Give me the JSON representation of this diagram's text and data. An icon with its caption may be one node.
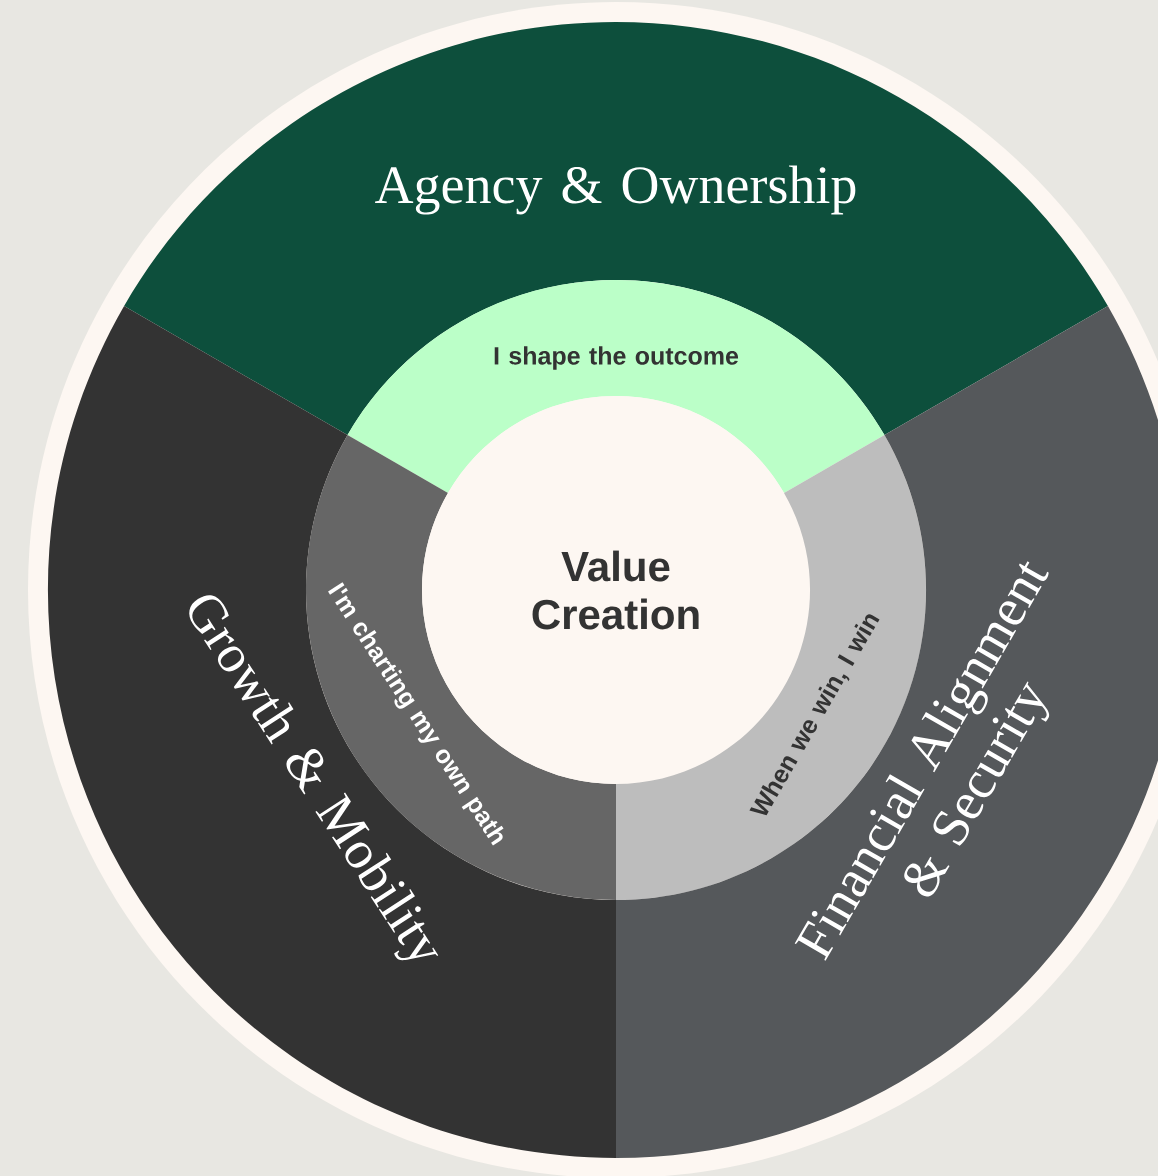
{
  "diagram": {
    "nodes": [
      {
        "text": [
          "Agency & Ownership"
        ]
      },
      {
        "text": [
          "I shape the outcome"
        ]
      },
      {
        "text": [
          "Growth & Mobility"
        ]
      },
      {
        "text": [
          "I'm charting my own path"
        ]
      },
      {
        "text": [
          "Value Creation"
        ]
      },
      {
        "text": [
          "When we win, I win"
        ]
      },
      {
        "text": [
          "Financial Alignment & Security"
        ]
      }
    ]
  }
}
